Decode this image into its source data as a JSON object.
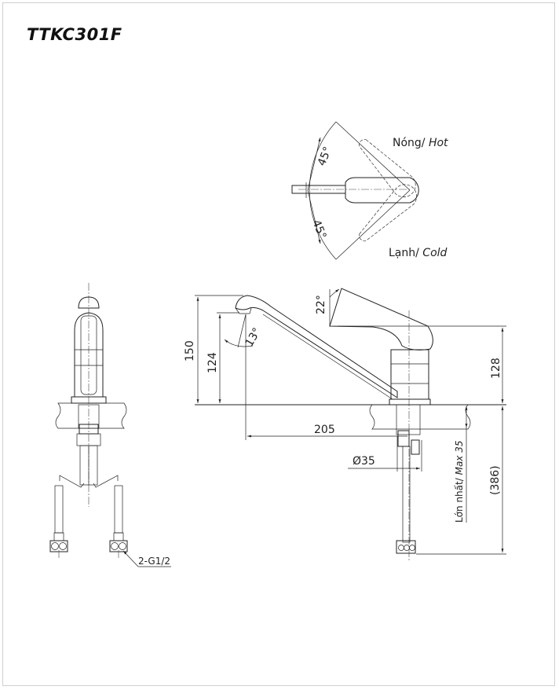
{
  "title": "TTKC301F",
  "top_view": {
    "hot_label": "Nóng/",
    "hot_label_en": "Hot",
    "cold_label": "Lạnh/",
    "cold_label_en": "Cold",
    "angle_hot": "45°",
    "angle_cold": "45°"
  },
  "side_view": {
    "dim_total_height": "150",
    "dim_spout_height": "124",
    "dim_body_height": "128",
    "dim_reach": "205",
    "dim_hole_diameter": "Ø35",
    "dim_counter_max_label": "Lớn nhất/",
    "dim_counter_max_label_en": "Max 35",
    "dim_below_counter": "(386)",
    "angle_handle": "22°",
    "angle_spout": "13°"
  },
  "front_view": {
    "connection_label": "2-G1/2"
  }
}
